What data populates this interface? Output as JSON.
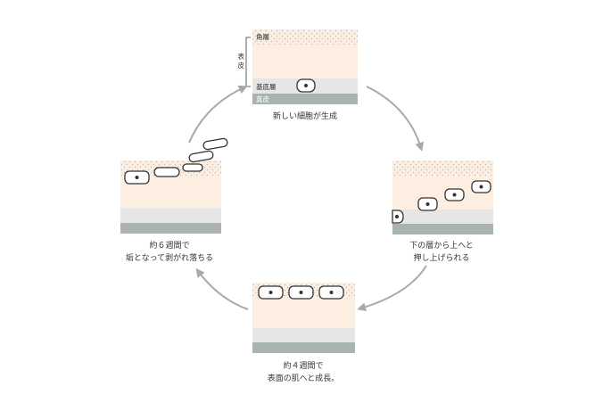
{
  "colors": {
    "background": "#ffffff",
    "stratum_corneum_dots": "#bdbdbd",
    "epidermis": "#fcefe2",
    "basal_layer": "#e6e6e6",
    "dermis": "#a9b3b1",
    "cell_outline": "#333333",
    "arrow": "#a9a9a9"
  },
  "panels": {
    "top": {
      "labels": {
        "horny_layer": "角層",
        "epidermis": "表皮",
        "basal_layer": "基底層",
        "dermis": "真皮"
      },
      "caption_line1": "新しい細胞が生成"
    },
    "right": {
      "caption_line1": "下の層から上へと",
      "caption_line2": "押し上げられる"
    },
    "bottom": {
      "caption_line1": "約４週間で",
      "caption_line2": "表面の肌へと成長。"
    },
    "left": {
      "caption_line1": "約６週間で",
      "caption_line2": "垢となって剥がれ落ちる"
    }
  },
  "icons": {
    "cycle_arrows": "curved-arrow-icon",
    "cell": "cell-icon"
  }
}
